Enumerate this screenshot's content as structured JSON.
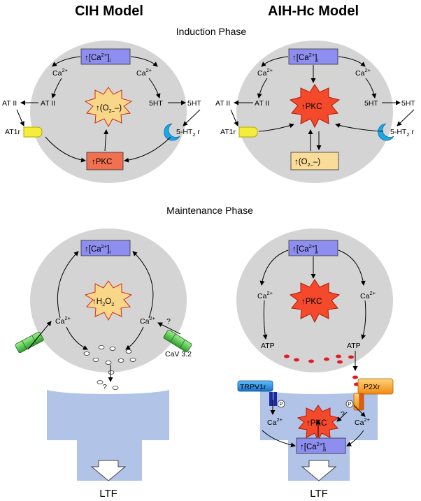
{
  "headers": {
    "left": "CIH Model",
    "right": "AIH-Hc Model"
  },
  "phases": {
    "induction": "Induction Phase",
    "maintenance": "Maintenance Phase"
  },
  "labels": {
    "ca": "Ca",
    "ca_sup": "2+",
    "ca_i_open": "[Ca",
    "ca_i_close": "]",
    "ca_i_sub": "i",
    "at2": "AT II",
    "at1r": "AT1r",
    "ht5": "5HT",
    "ht2r_a": "5-HT",
    "ht2r_sub": "2",
    "ht2r_b": " r",
    "pkc": "PKC",
    "o2_open": "(O",
    "o2_sub": "2–",
    "o2_close": "–)",
    "h2o2_h": "H",
    "h2o2_sub": "2",
    "h2o2_o": "O",
    "atp": "ATP",
    "question": "?",
    "cav": "CaV 3.2",
    "trpv": "TRPV1r",
    "p2x": "P2Xr",
    "phos": "P",
    "ltf": "LTF",
    "up_arrow": "↑"
  },
  "colors": {
    "cell": "#d4d4d4",
    "ca_box": "#8e8ef0",
    "pkc_box": "#f07050",
    "o2_box": "#f8dc98",
    "burst": "#f5492b",
    "burst_light": "#f9d789",
    "yellow_receptor": "#f4ee3a",
    "blue_receptor": "#1aa7e8",
    "green_channel": "#4ec64a",
    "motor": "#b1c3e6",
    "trpv": "#1d8fe0",
    "p2x": "#f7a128",
    "atp_dot": "#e41b23"
  }
}
